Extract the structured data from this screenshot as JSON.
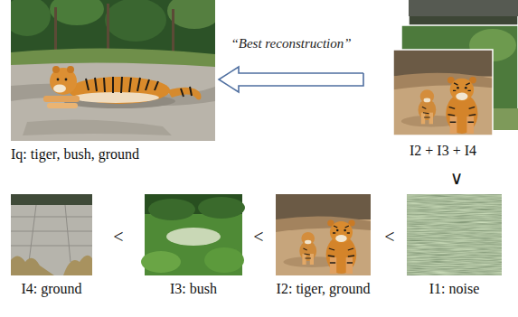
{
  "diagram": {
    "nodes": [
      {
        "text": [
          "Iq: tiger, bush, ground"
        ]
      },
      {
        "text": [
          "I2 + I3 + I4"
        ]
      },
      {
        "text": [
          "I4: ground"
        ]
      },
      {
        "text": [
          "I3: bush"
        ]
      },
      {
        "text": [
          "I2: tiger, ground"
        ]
      },
      {
        "text": [
          "I1: noise"
        ]
      }
    ],
    "edges": [
      {
        "from": 1,
        "to": 0,
        "arrow": "to",
        "label": "“Best reconstruction”"
      }
    ],
    "labels": [
      "∨",
      "<",
      "<",
      "<"
    ]
  }
}
